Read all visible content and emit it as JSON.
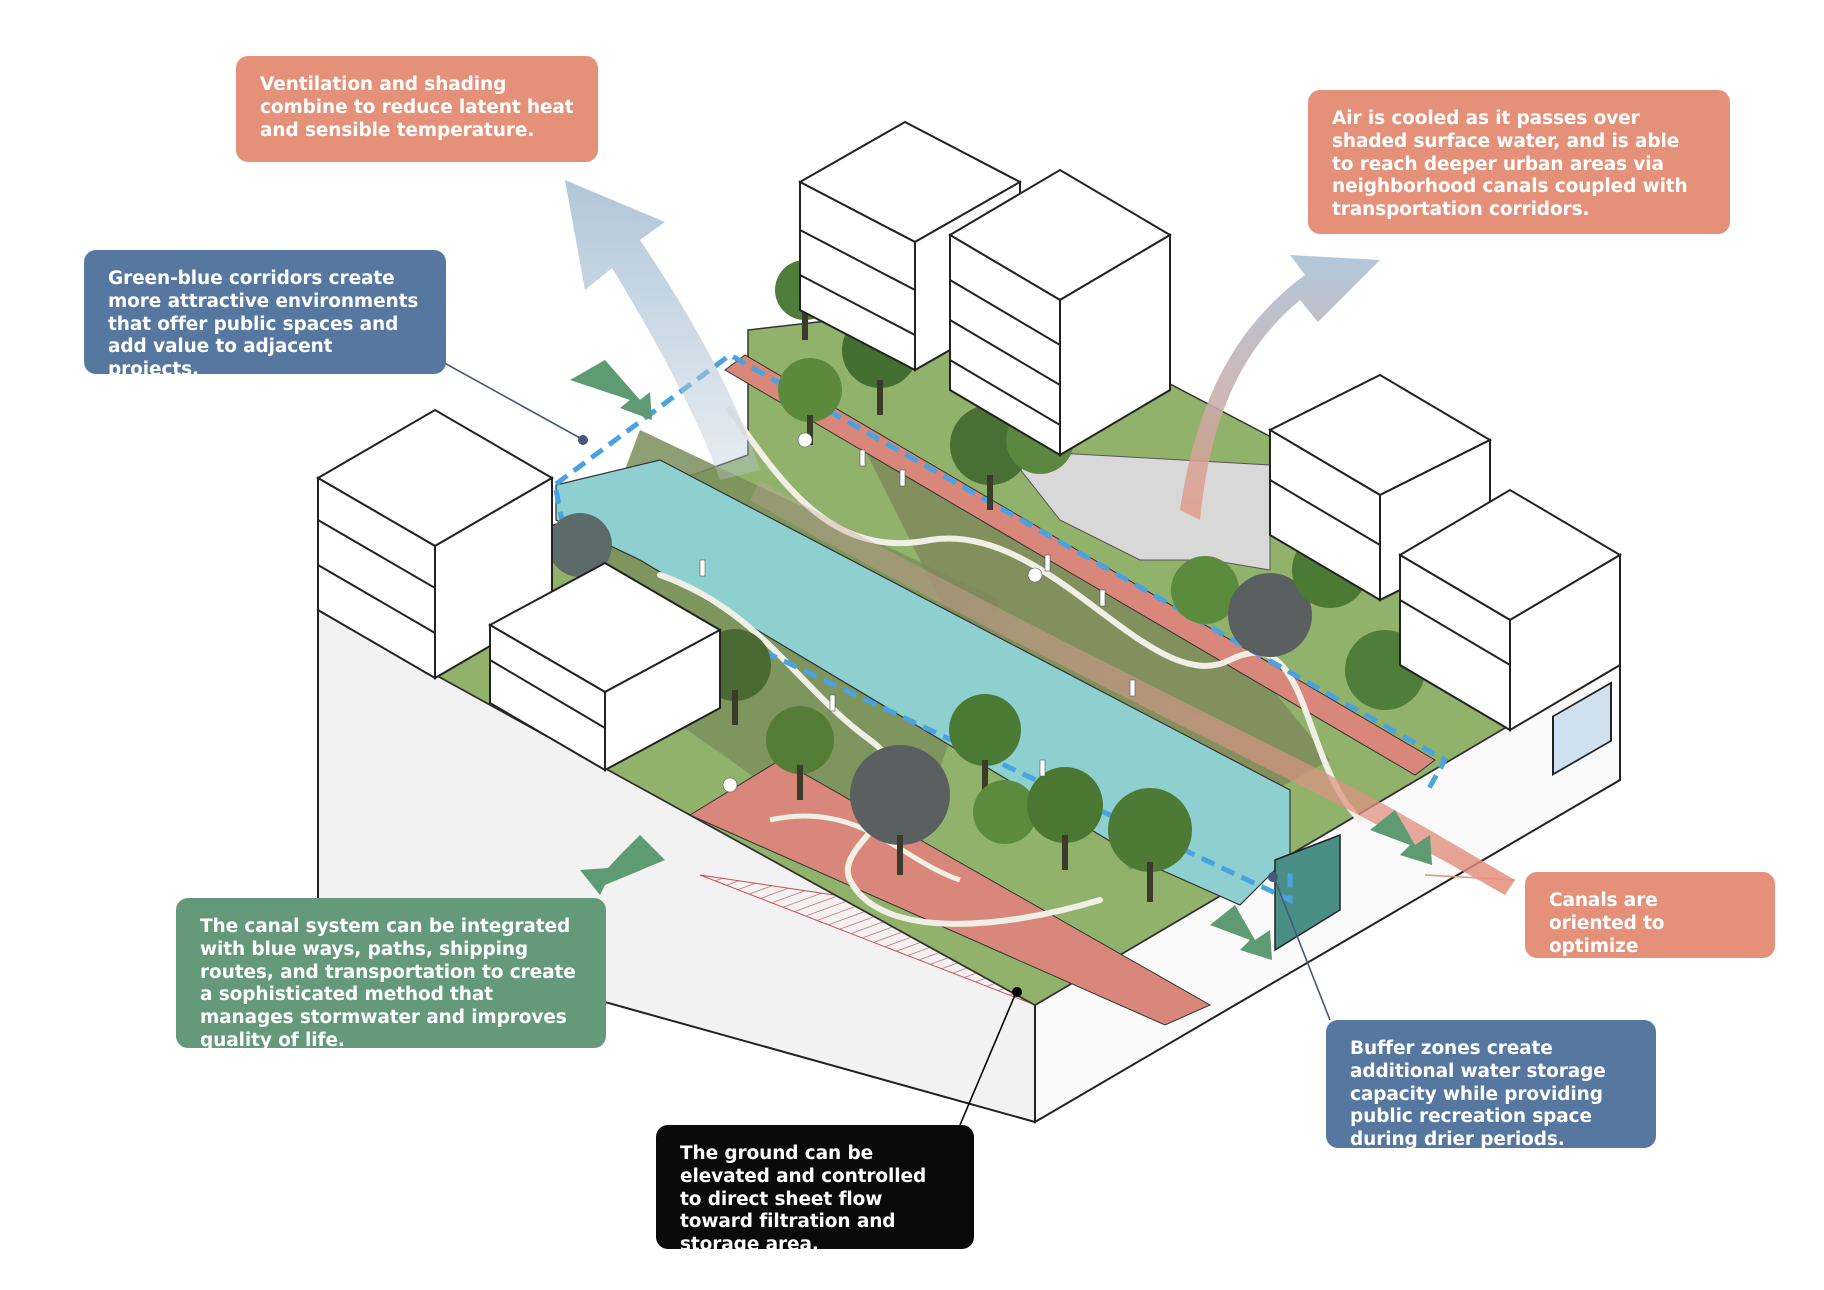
{
  "callouts": {
    "ventilation": "Ventilation and shading combine to reduce latent heat and sensible temperature.",
    "air_cooled": "Air is cooled as it passes over shaded surface water, and is able to reach deeper urban areas via neighborhood canals coupled with transportation corridors.",
    "green_blue": "Green-blue corridors create more attractive environments that offer public spaces and add value to adjacent projects.",
    "canal_system": "The canal system can be integrated with blue ways, paths, shipping routes, and transportation to create a sophisticated method that manages stormwater and improves quality of life.",
    "canals_oriented": "Canals are oriented to optimize ventilation.",
    "buffer_zones": "Buffer zones create additional water storage capacity while providing public recreation space during drier periods.",
    "ground_elevated": "The ground can be elevated and controlled to direct sheet flow toward filtration and storage area."
  },
  "colors": {
    "salmon": "#e5917a",
    "blue": "#56779f",
    "green": "#649a79",
    "black": "#0a0a0a",
    "water": "#8fcfcf",
    "grass": "#8fb26a",
    "bike_lane": "#d9877a",
    "building": "#ffffff",
    "airflow_arrow": "#b9cbd9",
    "direction_arrow": "#5e9a72",
    "dashed_outline": "#4aa3e0"
  },
  "icons": [
    "airflow-arrow-icon",
    "direction-arrow-icon",
    "tree-icon",
    "cyclist-icon",
    "pedestrian-icon"
  ]
}
